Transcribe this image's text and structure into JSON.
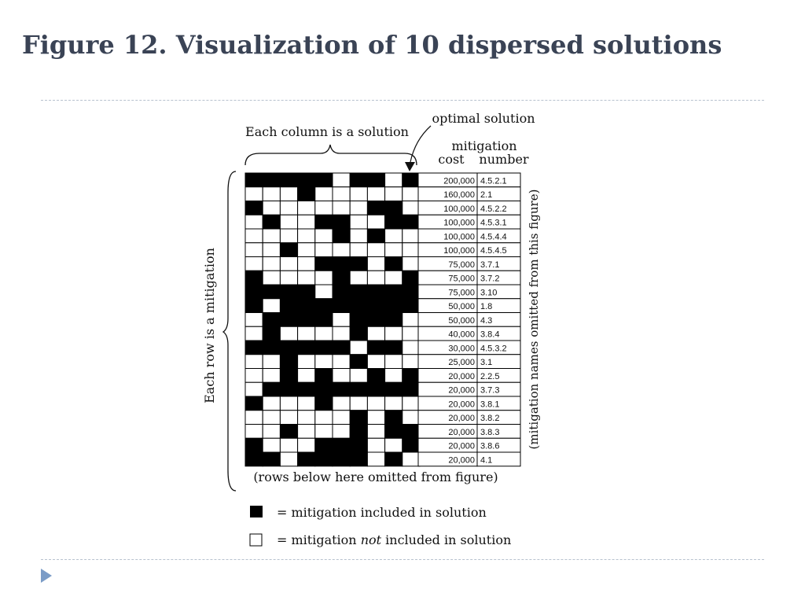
{
  "slide": {
    "title": "Figure 12. Visualization of 10 dispersed solutions"
  },
  "figure": {
    "labels": {
      "column_brace": "Each column is a solution",
      "optimal": "optimal solution",
      "mitigation_header": "mitigation",
      "cost_header": "cost",
      "number_header": "number",
      "row_brace": "Each row is a mitigation",
      "names_omitted": "(mitigation names omitted from this figure)",
      "rows_omitted": "(rows below here omitted from figure)",
      "legend_included": "= mitigation included in solution",
      "legend_not_pre": "= mitigation ",
      "legend_not_em": "not",
      "legend_not_post": " included in solution"
    },
    "rows": [
      {
        "cost": "200,000",
        "number": "4.5.2.1",
        "cells": [
          1,
          1,
          1,
          1,
          1,
          0,
          1,
          1,
          0,
          1
        ]
      },
      {
        "cost": "160,000",
        "number": "2.1",
        "cells": [
          0,
          0,
          0,
          1,
          0,
          0,
          0,
          0,
          0,
          0
        ]
      },
      {
        "cost": "100,000",
        "number": "4.5.2.2",
        "cells": [
          1,
          0,
          0,
          0,
          0,
          0,
          0,
          1,
          1,
          0
        ]
      },
      {
        "cost": "100,000",
        "number": "4.5.3.1",
        "cells": [
          0,
          1,
          0,
          0,
          1,
          1,
          0,
          0,
          1,
          1
        ]
      },
      {
        "cost": "100,000",
        "number": "4.5.4.4",
        "cells": [
          0,
          0,
          0,
          0,
          0,
          1,
          0,
          1,
          0,
          0
        ]
      },
      {
        "cost": "100,000",
        "number": "4.5.4.5",
        "cells": [
          0,
          0,
          1,
          0,
          0,
          0,
          0,
          0,
          0,
          0
        ]
      },
      {
        "cost": "75,000",
        "number": "3.7.1",
        "cells": [
          0,
          0,
          0,
          0,
          1,
          1,
          1,
          0,
          1,
          0
        ]
      },
      {
        "cost": "75,000",
        "number": "3.7.2",
        "cells": [
          1,
          0,
          0,
          0,
          0,
          1,
          0,
          0,
          0,
          1
        ]
      },
      {
        "cost": "75,000",
        "number": "3.10",
        "cells": [
          1,
          1,
          1,
          1,
          0,
          1,
          1,
          1,
          1,
          1
        ]
      },
      {
        "cost": "50,000",
        "number": "1.8",
        "cells": [
          1,
          0,
          1,
          1,
          1,
          1,
          1,
          1,
          1,
          1
        ]
      },
      {
        "cost": "50,000",
        "number": "4.3",
        "cells": [
          0,
          1,
          1,
          1,
          1,
          0,
          1,
          1,
          1,
          0
        ]
      },
      {
        "cost": "40,000",
        "number": "3.8.4",
        "cells": [
          0,
          1,
          0,
          0,
          0,
          0,
          1,
          0,
          0,
          0
        ]
      },
      {
        "cost": "30,000",
        "number": "4.5.3.2",
        "cells": [
          1,
          1,
          1,
          1,
          1,
          1,
          0,
          1,
          1,
          0
        ]
      },
      {
        "cost": "25,000",
        "number": "3.1",
        "cells": [
          0,
          0,
          1,
          0,
          0,
          0,
          1,
          0,
          0,
          0
        ]
      },
      {
        "cost": "20,000",
        "number": "2.2.5",
        "cells": [
          0,
          0,
          1,
          0,
          1,
          0,
          0,
          1,
          0,
          1
        ]
      },
      {
        "cost": "20,000",
        "number": "3.7.3",
        "cells": [
          0,
          1,
          1,
          1,
          1,
          1,
          1,
          1,
          1,
          1
        ]
      },
      {
        "cost": "20,000",
        "number": "3.8.1",
        "cells": [
          1,
          0,
          0,
          0,
          1,
          0,
          0,
          0,
          0,
          0
        ]
      },
      {
        "cost": "20,000",
        "number": "3.8.2",
        "cells": [
          0,
          0,
          0,
          0,
          0,
          0,
          1,
          0,
          1,
          0
        ]
      },
      {
        "cost": "20,000",
        "number": "3.8.3",
        "cells": [
          0,
          0,
          1,
          0,
          0,
          0,
          1,
          0,
          1,
          1
        ]
      },
      {
        "cost": "20,000",
        "number": "3.8.6",
        "cells": [
          1,
          0,
          0,
          0,
          1,
          1,
          1,
          0,
          0,
          1
        ]
      },
      {
        "cost": "20,000",
        "number": "4.1",
        "cells": [
          1,
          1,
          0,
          1,
          1,
          1,
          1,
          0,
          1,
          0
        ]
      }
    ]
  }
}
